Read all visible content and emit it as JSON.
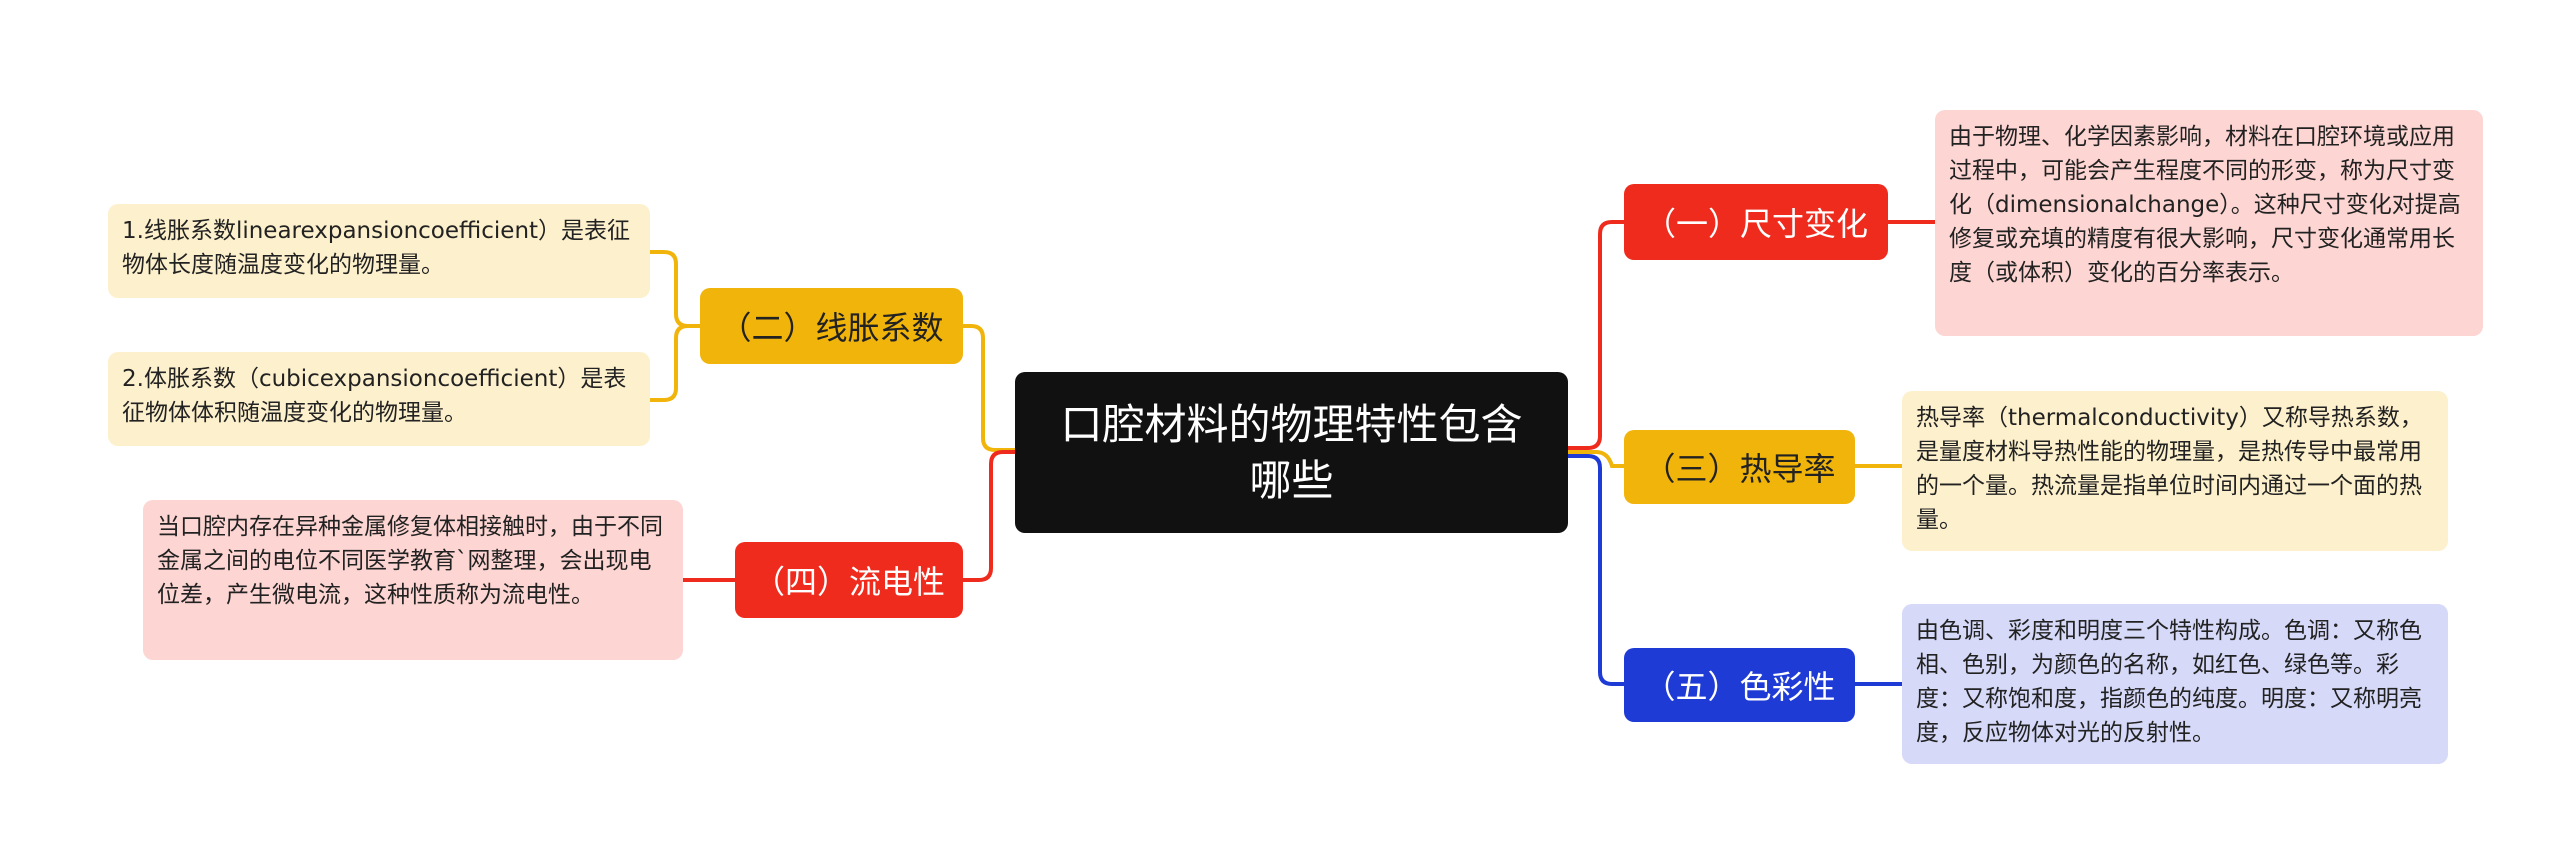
{
  "root": {
    "title": "口腔材料的物理特性包含哪些"
  },
  "colors": {
    "red": "#EF2B1D",
    "yellow": "#F1B40B",
    "blue": "#1F3BD6",
    "black": "#111111",
    "leaf_pink": "#FDD5D2",
    "leaf_cream": "#FDF0CC",
    "leaf_lavender": "#D6D9F8"
  },
  "branches": {
    "dimension": {
      "label": "（一）尺寸变化",
      "leaf": "由于物理、化学因素影响，材料在口腔环境或应用过程中，可能会产生程度不同的形变，称为尺寸变化（dimensionalchange）。这种尺寸变化对提高修复或充填的精度有很大影响，尺寸变化通常用长度（或体积）变化的百分率表示。"
    },
    "thermal": {
      "label": "（三）热导率",
      "leaf": "热导率（thermalconductivity）又称导热系数，是量度材料导热性能的物理量，是热传导中最常用的一个量。热流量是指单位时间内通过一个面的热量。"
    },
    "color": {
      "label": "（五）色彩性",
      "leaf": "由色调、彩度和明度三个特性构成。色调：又称色相、色别，为颜色的名称，如红色、绿色等。彩度：又称饱和度，指颜色的纯度。明度：又称明亮度，反应物体对光的反射性。"
    },
    "expansion": {
      "label": "（二）线胀系数",
      "leaves": [
        "1.线胀系数linearexpansioncoefficient）是表征物体长度随温度变化的物理量。",
        "2.体胀系数（cubicexpansioncoefficient）是表征物体体积随温度变化的物理量。"
      ]
    },
    "galvanic": {
      "label": "（四）流电性",
      "leaf": "当口腔内存在异种金属修复体相接触时，由于不同金属之间的电位不同医学教育`网整理，会出现电位差，产生微电流，这种性质称为流电性。"
    }
  }
}
